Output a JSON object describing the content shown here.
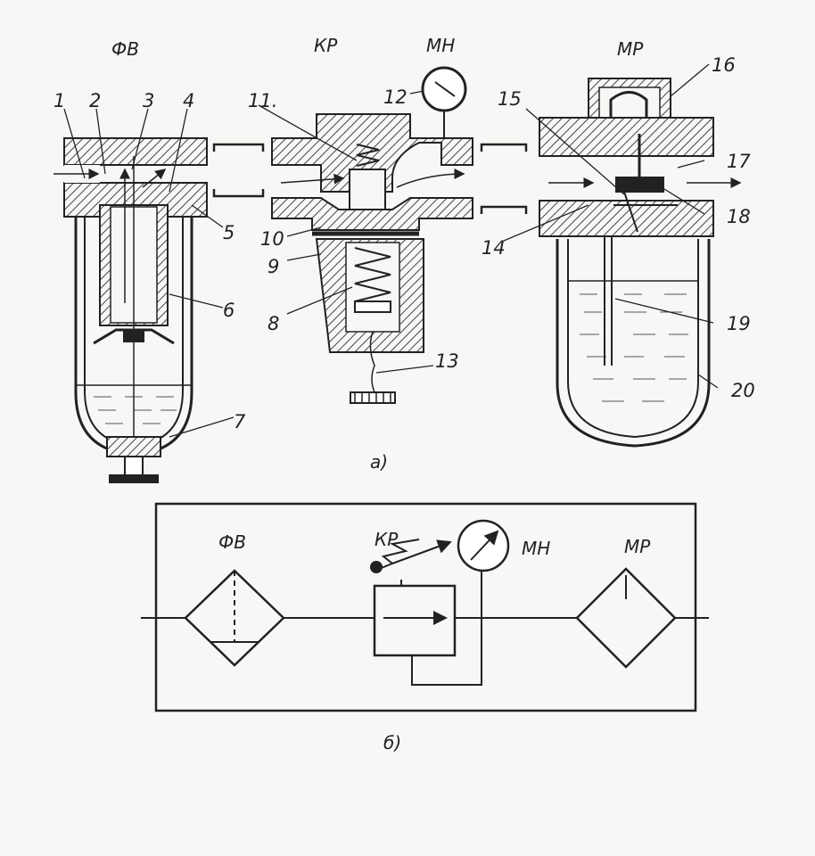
{
  "top_group": {
    "caption": "а)",
    "titles": {
      "fv": "ФВ",
      "kr": "КР",
      "mn": "МН",
      "mr": "МР"
    },
    "parts": [
      "1",
      "2",
      "3",
      "4",
      "5",
      "6",
      "7",
      "8",
      "9",
      "10",
      "11.",
      "12",
      "13",
      "14",
      "15",
      "16",
      "17",
      "18",
      "19",
      "20"
    ]
  },
  "schematic": {
    "caption": "б)",
    "titles": {
      "fv": "ФВ",
      "kr": "КР",
      "mn": "МН",
      "mr": "МР"
    }
  },
  "colors": {
    "ink": "#222222",
    "paper": "#f7f7f5",
    "hatch": "#444444"
  }
}
